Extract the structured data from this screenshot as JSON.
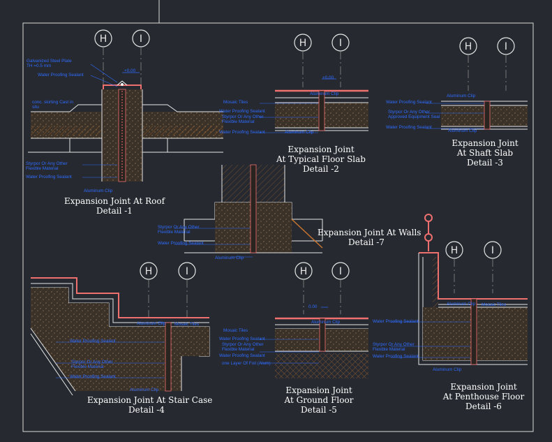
{
  "colors": {
    "background": "#262a30",
    "frame": "#d9d9d9",
    "linework": "#e6e6e6",
    "annotation": "#2f6bff",
    "finish": "#f07070",
    "hatch": "#c8742e",
    "concrete": "#5a4a36"
  },
  "grid_labels": {
    "h": "H",
    "i": "I"
  },
  "details": {
    "roof": {
      "title_line1": "Expansion Joint At Roof",
      "title_line2": "Detail -1"
    },
    "typical_floor": {
      "title_line1": "Expansion Joint",
      "title_line2": "At Typical Floor Slab",
      "title_line3": "Detail -2"
    },
    "shaft": {
      "title_line1": "Expansion Joint",
      "title_line2": "At Shaft Slab",
      "title_line3": "Detail -3"
    },
    "stair": {
      "title_line1": "Expansion Joint At Stair Case",
      "title_line2": "Detail -4"
    },
    "ground": {
      "title_line1": "Expansion Joint",
      "title_line2": "At Ground Floor",
      "title_line3": "Detail -5"
    },
    "penthouse": {
      "title_line1": "Expansion Joint",
      "title_line2": "At Penthouse Floor",
      "title_line3": "Detail -6"
    },
    "walls": {
      "title_line1": "Expansion Joint At Walls",
      "title_line2": "Detail -7"
    }
  },
  "notes": {
    "roof_galv": "Galvanized Steel Plate",
    "roof_th": "TH =0.5 mm",
    "roof_wps1": "Water Proofing Sealant",
    "roof_level": "+0.00",
    "roof_skirting": "conc. skirting Cast in",
    "roof_skirting2": "situ",
    "roof_styr": "Styrpor Or Any Other",
    "roof_flex": "Flexible Material",
    "roof_wps2": "Water Proofing Sealant",
    "roof_clip": "Aluminum Clip",
    "tf_level": "+0.00",
    "tf_clip1": "Aluminum Clip",
    "tf_mosaic": "Mosaic  Tiles",
    "tf_wps1": "Water Proofing Sealant",
    "tf_styr": "Styrpor Or Any Other",
    "tf_flex": "Flexible Material",
    "tf_wps2": "Water Proofing Sealant",
    "tf_clip2": "Aluminum Clip",
    "sh_clip": "Aluminum Clip",
    "sh_wps1": "Water Proofing Sealant",
    "sh_styr": "Styrpor Or Any Other",
    "sh_equip": "Approved Equipment Seal",
    "sh_wps2": "Water Proofing Sealant",
    "w_styr": "Styrpor Or Any Other",
    "w_flex": "Flexible Material",
    "w_wps": "Water Proofing Sealant",
    "w_clip": "Aluminum Clip",
    "st_clip": "Aluminum Clip",
    "st_mosaic": "Mosaic  Tiles",
    "st_wps1": "Water Proofing Sealant",
    "st_styr": "Styrpor Or Any Other",
    "st_flex": "Flexible Material",
    "st_wps2": "Water Proofing Sealant",
    "st_clip2": "Aluminum Clip",
    "gf_level": "0.00",
    "gf_clip": "Aluminum Clip",
    "gf_mosaic": "Mosaic  Tiles",
    "gf_wps1": "Water Proofing Sealant",
    "gf_styr": "Styrpor Or Any Other",
    "gf_flex": "Flexible Material",
    "gf_wps2": "Water Proofing Sealant",
    "gf_foil": "one Layer Of Foil (Alum)",
    "ph_clip": "Aluminum Clip",
    "ph_mosaic": "Mosaic  Tiles",
    "ph_wps1": "Water Proofing Sealant",
    "ph_styr": "Styrpor Or Any Other",
    "ph_flex": "Flexible Material",
    "ph_wps2": "Water Proofing Sealant",
    "ph_clip2": "Aluminum Clip"
  }
}
